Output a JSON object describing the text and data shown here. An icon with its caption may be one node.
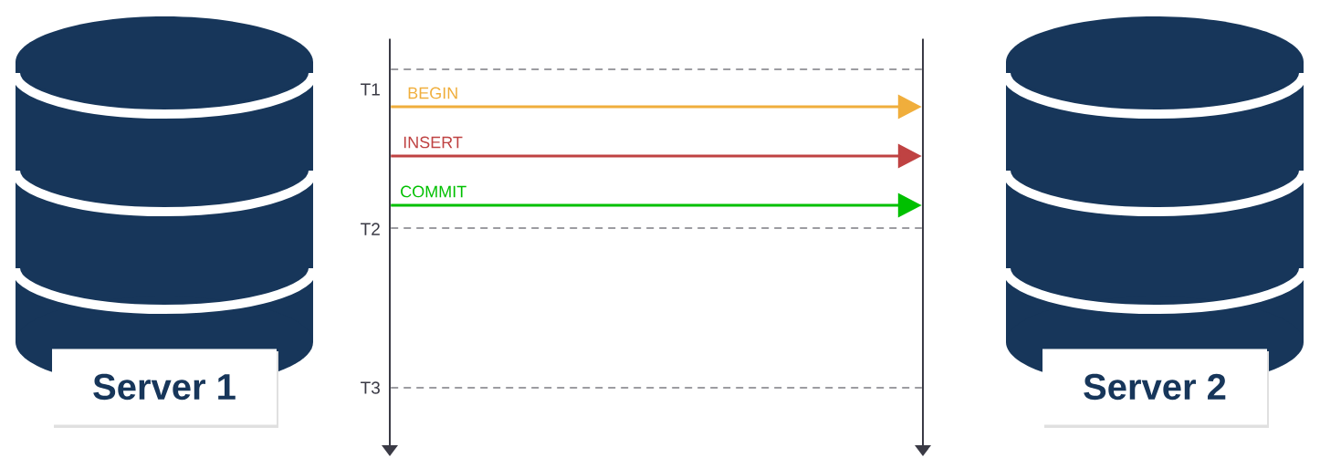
{
  "diagram": {
    "nodes": [
      {
        "text": [
          "Server 1"
        ]
      },
      {
        "text": [
          "Server 2"
        ]
      },
      {
        "text": [],
        "shape": "bar"
      },
      {
        "text": [],
        "shape": "bar"
      }
    ],
    "edges": [
      {
        "from": 2,
        "to": 3,
        "arrow": "to",
        "label": "BEGIN",
        "color": "#f0ae3c"
      },
      {
        "from": 2,
        "to": 3,
        "arrow": "to",
        "label": "INSERT",
        "color": "#bf4242"
      },
      {
        "from": 2,
        "to": 3,
        "arrow": "to",
        "label": "COMMIT",
        "color": "#00c000"
      },
      {
        "from": 2,
        "to": 3,
        "arrow": "none",
        "style": "dashed"
      },
      {
        "from": 2,
        "to": 3,
        "arrow": "none",
        "style": "dashed"
      },
      {
        "from": 2,
        "to": 3,
        "arrow": "none",
        "style": "dashed"
      }
    ],
    "labels": [
      "T1",
      "T2",
      "T3"
    ]
  }
}
